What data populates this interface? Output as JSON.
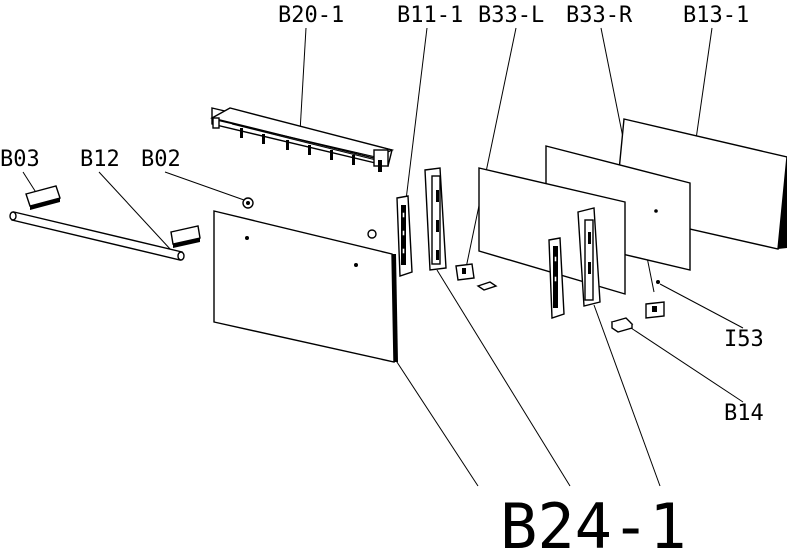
{
  "labels": {
    "b20_1": "B20-1",
    "b11_1": "B11-1",
    "b33_l": "B33-L",
    "b33_r": "B33-R",
    "b13_1": "B13-1",
    "b03": "B03",
    "b12": "B12",
    "b02": "B02",
    "i53": "I53",
    "b14": "B14",
    "b24_1": "B24-1"
  }
}
